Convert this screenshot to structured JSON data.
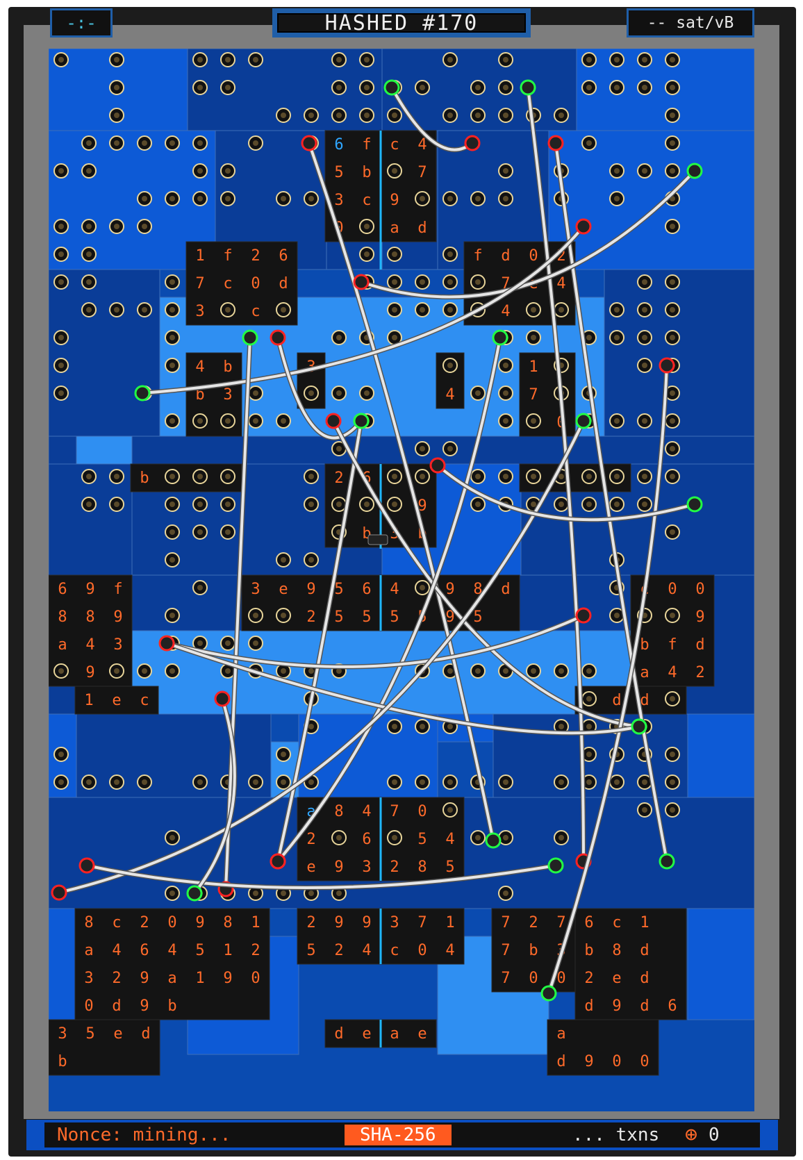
{
  "header": {
    "left_label": "-:-",
    "title": "HASHED #170",
    "right_label": "-- sat/vB"
  },
  "footer": {
    "nonce_label": "Nonce: mining...",
    "algorithm": "SHA-256",
    "txns_label": "... txns",
    "count": "0",
    "icon": "crosshair-circle-icon"
  },
  "colors": {
    "board_dark": "#0a3d98",
    "board_mid": "#0d5ad6",
    "board_light": "#2f8ff2",
    "cell_dark": "#141414",
    "hex_text": "#ff6a2a",
    "hex_alt": "#2fa6ff",
    "port_ring_green": "#22ff44",
    "port_ring_red": "#ff2222",
    "port_ring_tan": "#e8d59a",
    "divider": "#1fb7ff"
  },
  "hex_blocks": [
    {
      "rows": [
        "6fc4",
        "5be7",
        "3c96",
        "09ad"
      ]
    },
    {
      "rows": [
        "1f26",
        "7c0d",
        "3acd"
      ]
    },
    {
      "rows": [
        "fd02",
        "67e4",
        "b46d"
      ]
    },
    {
      "rows": [
        "4b",
        "b3",
        "26"
      ]
    },
    {
      "rows": [
        "3",
        "d"
      ]
    },
    {
      "rows": [
        "9",
        "4"
      ]
    },
    {
      "rows": [
        "12",
        "78",
        "50"
      ]
    },
    {
      "rows": [
        "bdf8"
      ]
    },
    {
      "rows": [
        "26cc",
        "78d9",
        "4b3b"
      ]
    },
    {
      "rows": [
        "5feb"
      ]
    },
    {
      "rows": [
        "69f",
        "889",
        "a43",
        "298"
      ]
    },
    {
      "rows": [
        "1ec"
      ]
    },
    {
      "rows": [
        "3e9564998d",
        "bf2555595"
      ]
    },
    {
      "rows": [
        "c00",
        "9b9",
        "bfd",
        "a42"
      ]
    },
    {
      "rows": [
        "fdd6"
      ]
    },
    {
      "rows": [
        "a84",
        "296",
        "e93"
      ]
    },
    {
      "rows": [
        "70d",
        "e54",
        "285"
      ]
    },
    {
      "rows": [
        "8c20981",
        "a464512",
        "329a190",
        "0d9b"
      ]
    },
    {
      "rows": [
        "299",
        "524"
      ]
    },
    {
      "rows": [
        "371",
        "c04"
      ]
    },
    {
      "rows": [
        "7275",
        "7b3f",
        "7000"
      ]
    },
    {
      "rows": [
        "6c1",
        "b8d",
        "2ed",
        "d9d6"
      ]
    },
    {
      "rows": [
        "35ed",
        "b"
      ]
    },
    {
      "rows": [
        "deae"
      ]
    },
    {
      "rows": [
        "a",
        "d900"
      ]
    }
  ]
}
